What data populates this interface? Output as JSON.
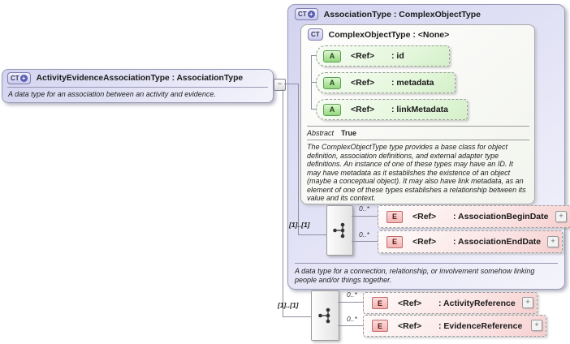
{
  "icons": {
    "ct": "CT",
    "ct_plus": "+",
    "attribute": "A",
    "element": "E",
    "collapse": "−",
    "expand": "+",
    "sequence": "sequence-compositor"
  },
  "colors": {
    "type_box_fill": "#d3d3f0",
    "base_box_fill": "#f2f4ee",
    "attribute_fill": "#e2f6d9",
    "element_fill": "#fbe3e3",
    "attribute_icon": "#95d77e",
    "element_icon": "#f2b3b3",
    "connector": "#8f8f9f"
  },
  "left_box": {
    "title": "ActivityEvidenceAssociationType : AssociationType",
    "description": "A data type for an association between an activity and evidence."
  },
  "type_box": {
    "title": "AssociationType : ComplexObjectType",
    "description": "A data type for a connection, relationship, or involvement somehow linking people and/or things together."
  },
  "base_box": {
    "title": "ComplexObjectType : <None>",
    "attributes": [
      {
        "ref": "<Ref>",
        "name": ": id"
      },
      {
        "ref": "<Ref>",
        "name": ": metadata"
      },
      {
        "ref": "<Ref>",
        "name": ": linkMetadata"
      }
    ],
    "abstract_label": "Abstract",
    "abstract_value": "True",
    "description": "The ComplexObjectType type provides a base class for object definition, association definitions, and external adapter type definitions. An instance of one of these types may have an ID. It may have metadata as it establishes the existence of an object (maybe a conceptual object). It may also have link metadata, as an element of one of these types establishes a relationship between its value and its context."
  },
  "base_sequence": {
    "cardinality": "[1]..[1]",
    "children": [
      {
        "occurs": "0..*",
        "ref": "<Ref>",
        "name": ": AssociationBeginDate"
      },
      {
        "occurs": "0..*",
        "ref": "<Ref>",
        "name": ": AssociationEndDate"
      }
    ]
  },
  "ext_sequence": {
    "cardinality": "[1]..[1]",
    "children": [
      {
        "occurs": "0..*",
        "ref": "<Ref>",
        "name": ": ActivityReference"
      },
      {
        "occurs": "0..*",
        "ref": "<Ref>",
        "name": ": EvidenceReference"
      }
    ]
  }
}
